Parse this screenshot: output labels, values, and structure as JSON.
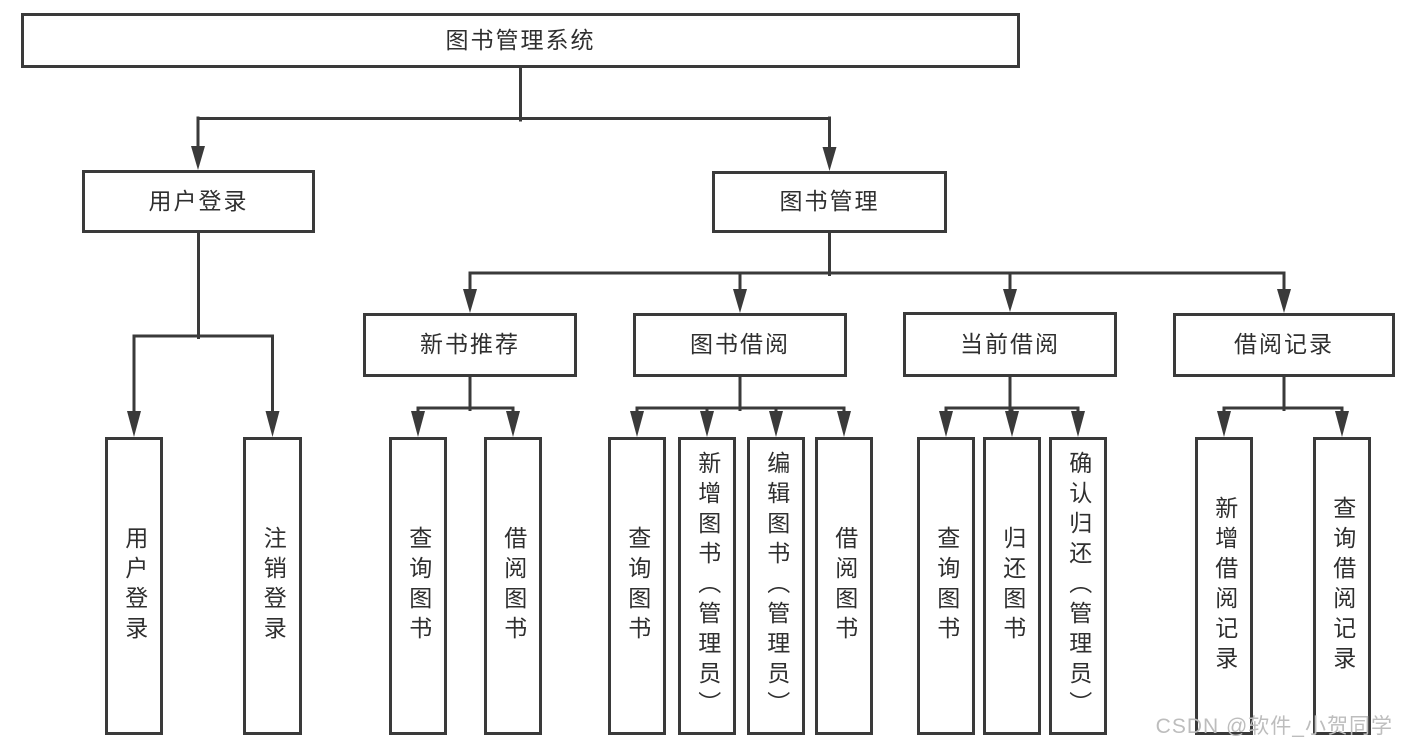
{
  "diagram": {
    "root": {
      "label": "图书管理系统"
    },
    "branches": [
      {
        "label": "用户登录",
        "children": [
          {
            "label": "用户登录"
          },
          {
            "label": "注销登录"
          }
        ]
      },
      {
        "label": "图书管理",
        "children": [
          {
            "label": "新书推荐",
            "children": [
              {
                "label": "查询图书"
              },
              {
                "label": "借阅图书"
              }
            ]
          },
          {
            "label": "图书借阅",
            "children": [
              {
                "label": "查询图书"
              },
              {
                "label": "新增图书（管理员）"
              },
              {
                "label": "编辑图书（管理员）"
              },
              {
                "label": "借阅图书"
              }
            ]
          },
          {
            "label": "当前借阅",
            "children": [
              {
                "label": "查询图书"
              },
              {
                "label": "归还图书"
              },
              {
                "label": "确认归还（管理员）"
              }
            ]
          },
          {
            "label": "借阅记录",
            "children": [
              {
                "label": "新增借阅记录"
              },
              {
                "label": "查询借阅记录"
              }
            ]
          }
        ]
      }
    ],
    "watermark": "CSDN @软件_小贺同学",
    "colors": {
      "line": "#3a3a3a",
      "text": "#2f2f2f",
      "watermark": "#bdbdbd",
      "background": "#ffffff"
    }
  }
}
